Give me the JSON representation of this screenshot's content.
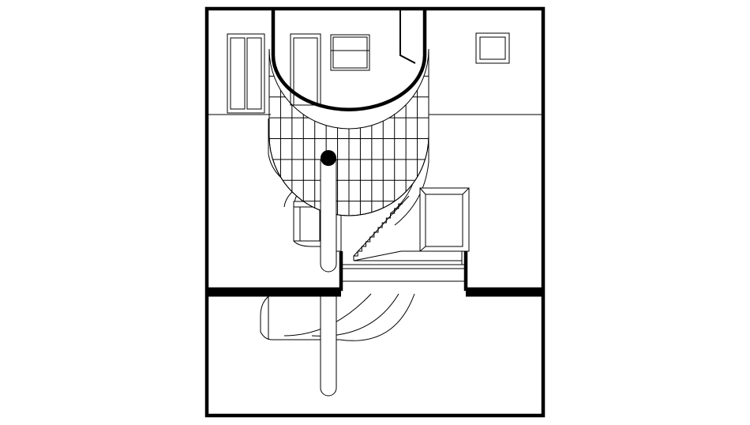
{
  "drawing": {
    "caption": "",
    "colors": {
      "line": "#000000",
      "background": "#ffffff"
    },
    "glass_block_wall": {
      "columns": 14,
      "rows": 8
    },
    "stair_treads": 12
  }
}
